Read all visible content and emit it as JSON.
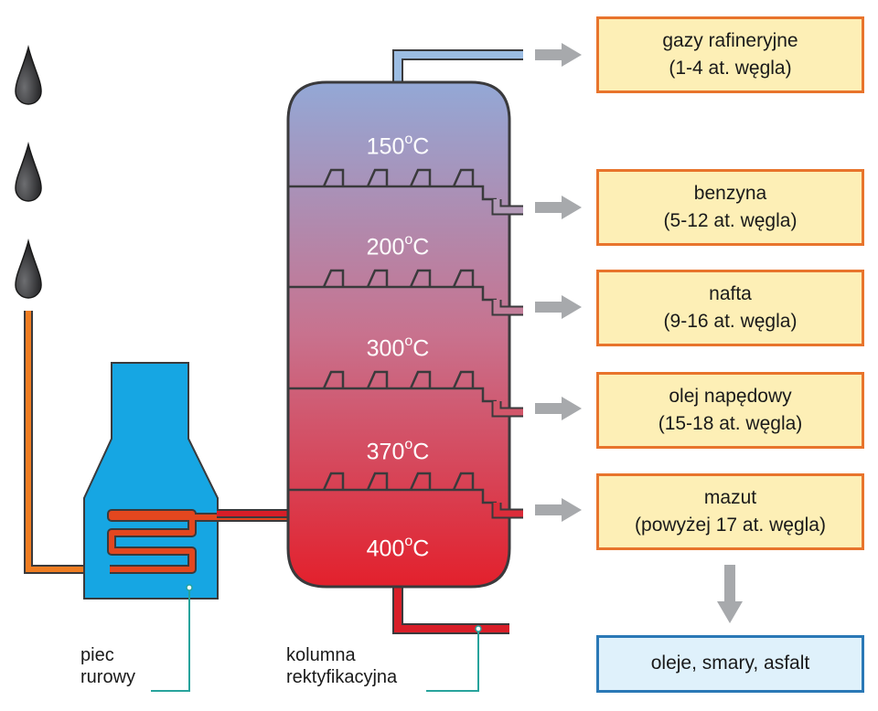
{
  "outputs": [
    {
      "name": "gazy rafineryjne",
      "detail": "(1-4 at. węgla)"
    },
    {
      "name": "benzyna",
      "detail": "(5-12 at. węgla)"
    },
    {
      "name": "nafta",
      "detail": "(9-16 at. węgla)"
    },
    {
      "name": "olej napędowy",
      "detail": "(15-18 at. węgla)"
    },
    {
      "name": "mazut",
      "detail": "(powyżej 17 at. węgla)"
    }
  ],
  "residue": "oleje, smary, asfalt",
  "temperatures": [
    {
      "value": "150",
      "unit_sup": "o",
      "unit": "C"
    },
    {
      "value": "200",
      "unit_sup": "o",
      "unit": "C"
    },
    {
      "value": "300",
      "unit_sup": "o",
      "unit": "C"
    },
    {
      "value": "370",
      "unit_sup": "o",
      "unit": "C"
    },
    {
      "value": "400",
      "unit_sup": "o",
      "unit": "C"
    }
  ],
  "furnace_label": {
    "line1": "piec",
    "line2": "rurowy"
  },
  "column_label": {
    "line1": "kolumna",
    "line2": "rektyfikacyjna"
  },
  "colors": {
    "column_top": "#93a8d6",
    "column_mid": "#c8728e",
    "column_bottom": "#e3202c",
    "furnace": "#16a6e3",
    "oil_pipe": "#ef7d22",
    "hot_pipe": "#d81e28",
    "gas_pipe": "#9cbde3",
    "arrow": "#a7a9ac",
    "box_fill": "#fdefb6",
    "box_border": "#e8742c",
    "residue_fill": "#dff1fb",
    "residue_border": "#2a78b6",
    "leader": "#27a39c"
  }
}
